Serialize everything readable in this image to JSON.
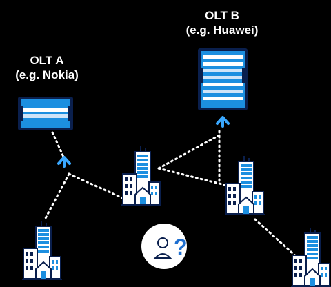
{
  "olt_a": {
    "line1": "OLT A",
    "line2": "(e.g. Nokia)"
  },
  "olt_b": {
    "line1": "OLT B",
    "line2": "(e.g. Huawei)"
  },
  "badge_symbol": "?",
  "colors": {
    "background": "#000000",
    "navy": "#0a1f4d",
    "blue": "#1c8fe0",
    "light_blue": "#cfe4f8",
    "arrow": "#3aa8ff",
    "dotted_link": "#ffffff",
    "badge_bg": "#ffffff",
    "badge_accent": "#1e6fd0"
  },
  "icons": [
    "olt-rack-icon",
    "building-cluster-icon",
    "up-arrow-icon",
    "user-question-icon"
  ]
}
